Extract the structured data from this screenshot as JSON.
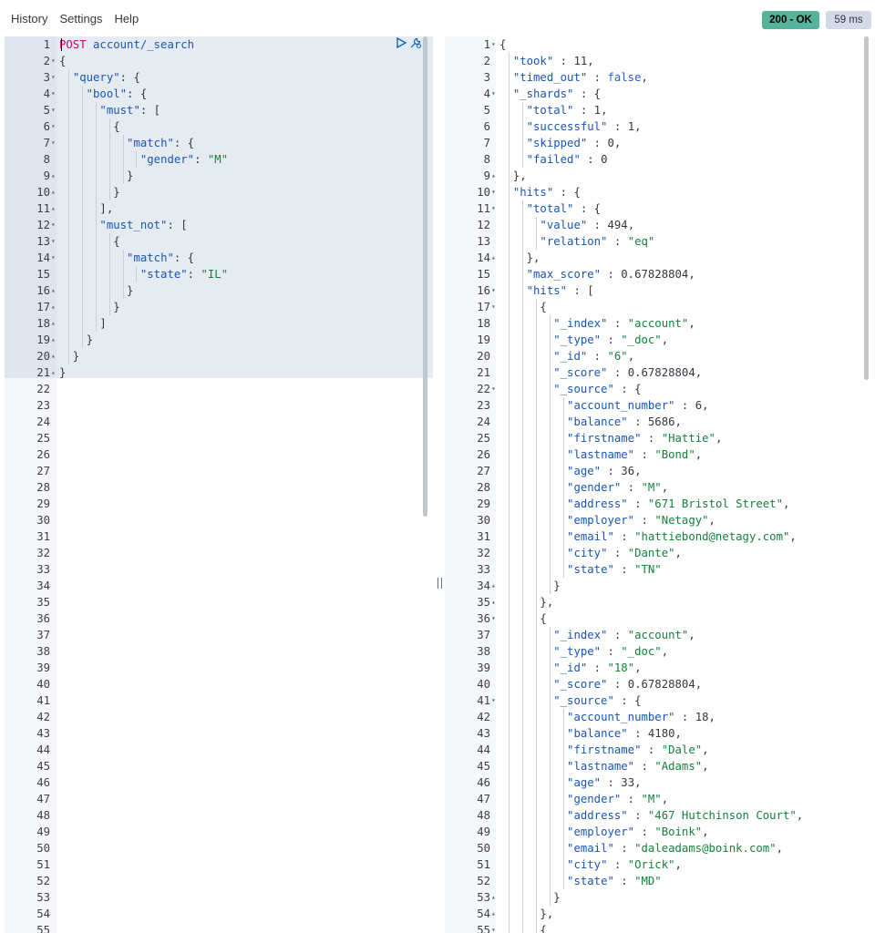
{
  "menu": {
    "history": "History",
    "settings": "Settings",
    "help": "Help"
  },
  "status": {
    "code": "200 - OK",
    "duration": "59 ms",
    "ok_color": "#54b399"
  },
  "request": {
    "lines": [
      [
        [
          "m",
          "POST"
        ],
        [
          "u",
          " account/_search"
        ]
      ],
      [
        [
          "p",
          "{"
        ]
      ],
      [
        [
          "p",
          "  "
        ],
        [
          "k",
          "\"query\""
        ],
        [
          "p",
          ": {"
        ]
      ],
      [
        [
          "p",
          "    "
        ],
        [
          "k",
          "\"bool\""
        ],
        [
          "p",
          ": {"
        ]
      ],
      [
        [
          "p",
          "      "
        ],
        [
          "k",
          "\"must\""
        ],
        [
          "p",
          ": ["
        ]
      ],
      [
        [
          "p",
          "        {"
        ]
      ],
      [
        [
          "p",
          "          "
        ],
        [
          "k",
          "\"match\""
        ],
        [
          "p",
          ": {"
        ]
      ],
      [
        [
          "p",
          "            "
        ],
        [
          "k",
          "\"gender\""
        ],
        [
          "p",
          ": "
        ],
        [
          "s",
          "\"M\""
        ]
      ],
      [
        [
          "p",
          "          }"
        ]
      ],
      [
        [
          "p",
          "        }"
        ]
      ],
      [
        [
          "p",
          "      ],"
        ]
      ],
      [
        [
          "p",
          "      "
        ],
        [
          "k",
          "\"must_not\""
        ],
        [
          "p",
          ": ["
        ]
      ],
      [
        [
          "p",
          "        {"
        ]
      ],
      [
        [
          "p",
          "          "
        ],
        [
          "k",
          "\"match\""
        ],
        [
          "p",
          ": {"
        ]
      ],
      [
        [
          "p",
          "            "
        ],
        [
          "k",
          "\"state\""
        ],
        [
          "p",
          ": "
        ],
        [
          "s",
          "\"IL\""
        ]
      ],
      [
        [
          "p",
          "          }"
        ]
      ],
      [
        [
          "p",
          "        }"
        ]
      ],
      [
        [
          "p",
          "      ]"
        ]
      ],
      [
        [
          "p",
          "    }"
        ]
      ],
      [
        [
          "p",
          "  }"
        ]
      ],
      [
        [
          "p",
          "}"
        ]
      ]
    ],
    "folds": {
      "2": "▾",
      "3": "▾",
      "4": "▾",
      "5": "▾",
      "6": "▾",
      "7": "▾",
      "9": "▴",
      "10": "▴",
      "11": "▴",
      "12": "▾",
      "13": "▾",
      "14": "▾",
      "16": "▴",
      "17": "▴",
      "18": "▴",
      "19": "▴",
      "20": "▴",
      "21": "▴"
    },
    "total_lines": 55
  },
  "response": {
    "lines": [
      [
        [
          "p",
          "{"
        ]
      ],
      [
        [
          "p",
          "  "
        ],
        [
          "k",
          "\"took\""
        ],
        [
          "p",
          " : "
        ],
        [
          "n",
          "11"
        ],
        [
          "p",
          ","
        ]
      ],
      [
        [
          "p",
          "  "
        ],
        [
          "k",
          "\"timed_out\""
        ],
        [
          "p",
          " : "
        ],
        [
          "b",
          "false"
        ],
        [
          "p",
          ","
        ]
      ],
      [
        [
          "p",
          "  "
        ],
        [
          "k",
          "\"_shards\""
        ],
        [
          "p",
          " : {"
        ]
      ],
      [
        [
          "p",
          "    "
        ],
        [
          "k",
          "\"total\""
        ],
        [
          "p",
          " : "
        ],
        [
          "n",
          "1"
        ],
        [
          "p",
          ","
        ]
      ],
      [
        [
          "p",
          "    "
        ],
        [
          "k",
          "\"successful\""
        ],
        [
          "p",
          " : "
        ],
        [
          "n",
          "1"
        ],
        [
          "p",
          ","
        ]
      ],
      [
        [
          "p",
          "    "
        ],
        [
          "k",
          "\"skipped\""
        ],
        [
          "p",
          " : "
        ],
        [
          "n",
          "0"
        ],
        [
          "p",
          ","
        ]
      ],
      [
        [
          "p",
          "    "
        ],
        [
          "k",
          "\"failed\""
        ],
        [
          "p",
          " : "
        ],
        [
          "n",
          "0"
        ]
      ],
      [
        [
          "p",
          "  },"
        ]
      ],
      [
        [
          "p",
          "  "
        ],
        [
          "k",
          "\"hits\""
        ],
        [
          "p",
          " : {"
        ]
      ],
      [
        [
          "p",
          "    "
        ],
        [
          "k",
          "\"total\""
        ],
        [
          "p",
          " : {"
        ]
      ],
      [
        [
          "p",
          "      "
        ],
        [
          "k",
          "\"value\""
        ],
        [
          "p",
          " : "
        ],
        [
          "n",
          "494"
        ],
        [
          "p",
          ","
        ]
      ],
      [
        [
          "p",
          "      "
        ],
        [
          "k",
          "\"relation\""
        ],
        [
          "p",
          " : "
        ],
        [
          "s",
          "\"eq\""
        ]
      ],
      [
        [
          "p",
          "    },"
        ]
      ],
      [
        [
          "p",
          "    "
        ],
        [
          "k",
          "\"max_score\""
        ],
        [
          "p",
          " : "
        ],
        [
          "n",
          "0.67828804"
        ],
        [
          "p",
          ","
        ]
      ],
      [
        [
          "p",
          "    "
        ],
        [
          "k",
          "\"hits\""
        ],
        [
          "p",
          " : ["
        ]
      ],
      [
        [
          "p",
          "      {"
        ]
      ],
      [
        [
          "p",
          "        "
        ],
        [
          "k",
          "\"_index\""
        ],
        [
          "p",
          " : "
        ],
        [
          "s",
          "\"account\""
        ],
        [
          "p",
          ","
        ]
      ],
      [
        [
          "p",
          "        "
        ],
        [
          "k",
          "\"_type\""
        ],
        [
          "p",
          " : "
        ],
        [
          "s",
          "\"_doc\""
        ],
        [
          "p",
          ","
        ]
      ],
      [
        [
          "p",
          "        "
        ],
        [
          "k",
          "\"_id\""
        ],
        [
          "p",
          " : "
        ],
        [
          "s",
          "\"6\""
        ],
        [
          "p",
          ","
        ]
      ],
      [
        [
          "p",
          "        "
        ],
        [
          "k",
          "\"_score\""
        ],
        [
          "p",
          " : "
        ],
        [
          "n",
          "0.67828804"
        ],
        [
          "p",
          ","
        ]
      ],
      [
        [
          "p",
          "        "
        ],
        [
          "k",
          "\"_source\""
        ],
        [
          "p",
          " : {"
        ]
      ],
      [
        [
          "p",
          "          "
        ],
        [
          "k",
          "\"account_number\""
        ],
        [
          "p",
          " : "
        ],
        [
          "n",
          "6"
        ],
        [
          "p",
          ","
        ]
      ],
      [
        [
          "p",
          "          "
        ],
        [
          "k",
          "\"balance\""
        ],
        [
          "p",
          " : "
        ],
        [
          "n",
          "5686"
        ],
        [
          "p",
          ","
        ]
      ],
      [
        [
          "p",
          "          "
        ],
        [
          "k",
          "\"firstname\""
        ],
        [
          "p",
          " : "
        ],
        [
          "s",
          "\"Hattie\""
        ],
        [
          "p",
          ","
        ]
      ],
      [
        [
          "p",
          "          "
        ],
        [
          "k",
          "\"lastname\""
        ],
        [
          "p",
          " : "
        ],
        [
          "s",
          "\"Bond\""
        ],
        [
          "p",
          ","
        ]
      ],
      [
        [
          "p",
          "          "
        ],
        [
          "k",
          "\"age\""
        ],
        [
          "p",
          " : "
        ],
        [
          "n",
          "36"
        ],
        [
          "p",
          ","
        ]
      ],
      [
        [
          "p",
          "          "
        ],
        [
          "k",
          "\"gender\""
        ],
        [
          "p",
          " : "
        ],
        [
          "s",
          "\"M\""
        ],
        [
          "p",
          ","
        ]
      ],
      [
        [
          "p",
          "          "
        ],
        [
          "k",
          "\"address\""
        ],
        [
          "p",
          " : "
        ],
        [
          "s",
          "\"671 Bristol Street\""
        ],
        [
          "p",
          ","
        ]
      ],
      [
        [
          "p",
          "          "
        ],
        [
          "k",
          "\"employer\""
        ],
        [
          "p",
          " : "
        ],
        [
          "s",
          "\"Netagy\""
        ],
        [
          "p",
          ","
        ]
      ],
      [
        [
          "p",
          "          "
        ],
        [
          "k",
          "\"email\""
        ],
        [
          "p",
          " : "
        ],
        [
          "s",
          "\"hattiebond@netagy.com\""
        ],
        [
          "p",
          ","
        ]
      ],
      [
        [
          "p",
          "          "
        ],
        [
          "k",
          "\"city\""
        ],
        [
          "p",
          " : "
        ],
        [
          "s",
          "\"Dante\""
        ],
        [
          "p",
          ","
        ]
      ],
      [
        [
          "p",
          "          "
        ],
        [
          "k",
          "\"state\""
        ],
        [
          "p",
          " : "
        ],
        [
          "s",
          "\"TN\""
        ]
      ],
      [
        [
          "p",
          "        }"
        ]
      ],
      [
        [
          "p",
          "      },"
        ]
      ],
      [
        [
          "p",
          "      {"
        ]
      ],
      [
        [
          "p",
          "        "
        ],
        [
          "k",
          "\"_index\""
        ],
        [
          "p",
          " : "
        ],
        [
          "s",
          "\"account\""
        ],
        [
          "p",
          ","
        ]
      ],
      [
        [
          "p",
          "        "
        ],
        [
          "k",
          "\"_type\""
        ],
        [
          "p",
          " : "
        ],
        [
          "s",
          "\"_doc\""
        ],
        [
          "p",
          ","
        ]
      ],
      [
        [
          "p",
          "        "
        ],
        [
          "k",
          "\"_id\""
        ],
        [
          "p",
          " : "
        ],
        [
          "s",
          "\"18\""
        ],
        [
          "p",
          ","
        ]
      ],
      [
        [
          "p",
          "        "
        ],
        [
          "k",
          "\"_score\""
        ],
        [
          "p",
          " : "
        ],
        [
          "n",
          "0.67828804"
        ],
        [
          "p",
          ","
        ]
      ],
      [
        [
          "p",
          "        "
        ],
        [
          "k",
          "\"_source\""
        ],
        [
          "p",
          " : {"
        ]
      ],
      [
        [
          "p",
          "          "
        ],
        [
          "k",
          "\"account_number\""
        ],
        [
          "p",
          " : "
        ],
        [
          "n",
          "18"
        ],
        [
          "p",
          ","
        ]
      ],
      [
        [
          "p",
          "          "
        ],
        [
          "k",
          "\"balance\""
        ],
        [
          "p",
          " : "
        ],
        [
          "n",
          "4180"
        ],
        [
          "p",
          ","
        ]
      ],
      [
        [
          "p",
          "          "
        ],
        [
          "k",
          "\"firstname\""
        ],
        [
          "p",
          " : "
        ],
        [
          "s",
          "\"Dale\""
        ],
        [
          "p",
          ","
        ]
      ],
      [
        [
          "p",
          "          "
        ],
        [
          "k",
          "\"lastname\""
        ],
        [
          "p",
          " : "
        ],
        [
          "s",
          "\"Adams\""
        ],
        [
          "p",
          ","
        ]
      ],
      [
        [
          "p",
          "          "
        ],
        [
          "k",
          "\"age\""
        ],
        [
          "p",
          " : "
        ],
        [
          "n",
          "33"
        ],
        [
          "p",
          ","
        ]
      ],
      [
        [
          "p",
          "          "
        ],
        [
          "k",
          "\"gender\""
        ],
        [
          "p",
          " : "
        ],
        [
          "s",
          "\"M\""
        ],
        [
          "p",
          ","
        ]
      ],
      [
        [
          "p",
          "          "
        ],
        [
          "k",
          "\"address\""
        ],
        [
          "p",
          " : "
        ],
        [
          "s",
          "\"467 Hutchinson Court\""
        ],
        [
          "p",
          ","
        ]
      ],
      [
        [
          "p",
          "          "
        ],
        [
          "k",
          "\"employer\""
        ],
        [
          "p",
          " : "
        ],
        [
          "s",
          "\"Boink\""
        ],
        [
          "p",
          ","
        ]
      ],
      [
        [
          "p",
          "          "
        ],
        [
          "k",
          "\"email\""
        ],
        [
          "p",
          " : "
        ],
        [
          "s",
          "\"daleadams@boink.com\""
        ],
        [
          "p",
          ","
        ]
      ],
      [
        [
          "p",
          "          "
        ],
        [
          "k",
          "\"city\""
        ],
        [
          "p",
          " : "
        ],
        [
          "s",
          "\"Orick\""
        ],
        [
          "p",
          ","
        ]
      ],
      [
        [
          "p",
          "          "
        ],
        [
          "k",
          "\"state\""
        ],
        [
          "p",
          " : "
        ],
        [
          "s",
          "\"MD\""
        ]
      ],
      [
        [
          "p",
          "        }"
        ]
      ],
      [
        [
          "p",
          "      },"
        ]
      ],
      [
        [
          "p",
          "      {"
        ]
      ]
    ],
    "folds": {
      "1": "▾",
      "4": "▾",
      "9": "▴",
      "10": "▾",
      "11": "▾",
      "14": "▴",
      "16": "▾",
      "17": "▾",
      "22": "▾",
      "34": "▴",
      "35": "▴",
      "36": "▾",
      "41": "▾",
      "53": "▴",
      "54": "▴",
      "55": "▾"
    }
  }
}
